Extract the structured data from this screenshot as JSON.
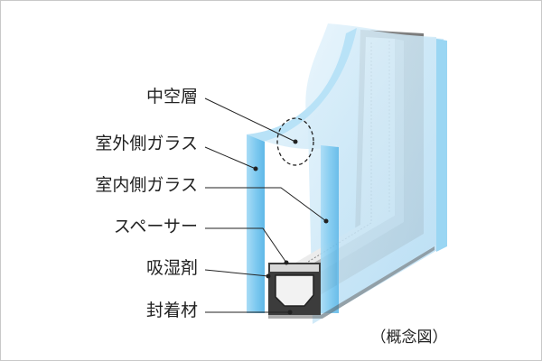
{
  "labels": [
    {
      "id": "hollow-layer",
      "text": "中空層"
    },
    {
      "id": "outer-glass",
      "text": "室外側ガラス"
    },
    {
      "id": "inner-glass",
      "text": "室内側ガラス"
    },
    {
      "id": "spacer",
      "text": "スペーサー"
    },
    {
      "id": "desiccant",
      "text": "吸湿剤"
    },
    {
      "id": "sealant",
      "text": "封着材"
    }
  ],
  "caption": "（概念図）",
  "colors": {
    "glass_face": "#cfe9f7",
    "glass_edge": "#8fd0f1",
    "glass_edge_dark": "#6dc0ec",
    "frame": "#8e8e8e",
    "frame_dark": "#6c6c6c",
    "sealant": "#3c3c3c",
    "spacer": "#e9e9e9",
    "leader": "#222222"
  }
}
